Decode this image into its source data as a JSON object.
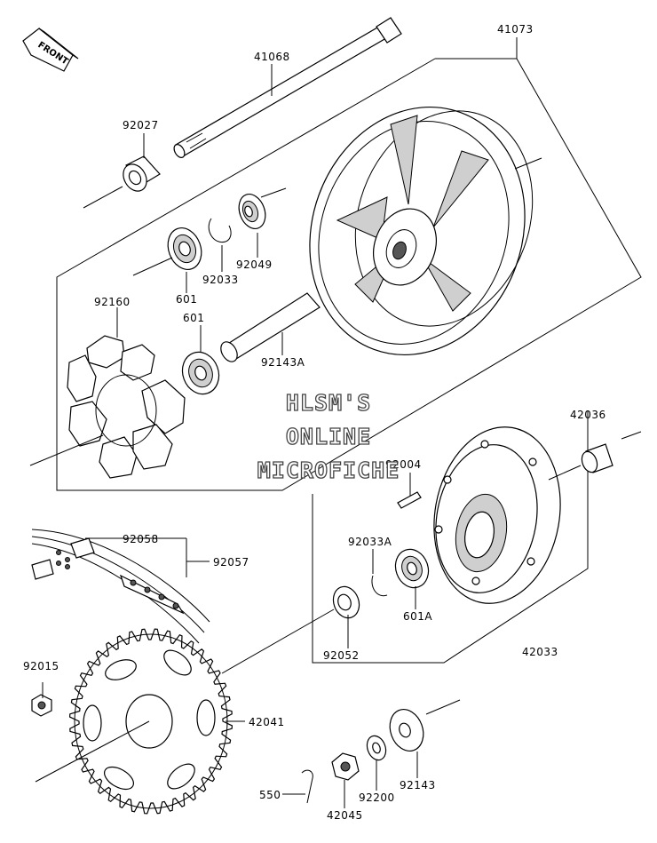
{
  "front_badge": "FRONT",
  "watermark": [
    "HLSM'S",
    "ONLINE",
    "MICROFICHE"
  ],
  "parts": {
    "p41073": "41073",
    "p41068": "41068",
    "p92027": "92027",
    "p92049": "92049",
    "p92033": "92033",
    "p601a": "601",
    "p601b": "601",
    "p92160": "92160",
    "p92143A": "92143A",
    "p42036": "42036",
    "p92004": "92004",
    "p92058": "92058",
    "p92057": "92057",
    "p92033A": "92033A",
    "p601A": "601A",
    "p92052": "92052",
    "p42033": "42033",
    "p92015": "92015",
    "p42041": "42041",
    "p92143": "92143",
    "p92200": "92200",
    "p550": "550",
    "p42045": "42045"
  }
}
